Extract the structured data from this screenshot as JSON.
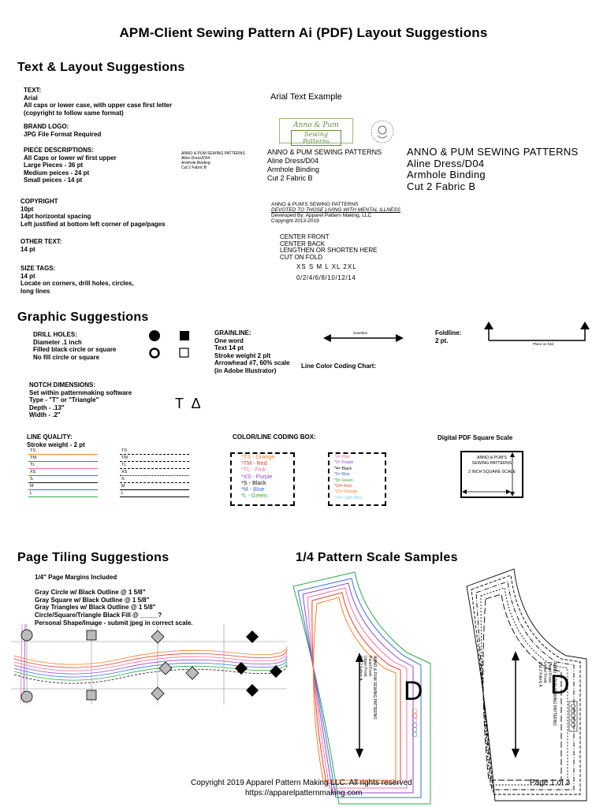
{
  "page": {
    "title": "APM-Client Sewing Pattern Ai (PDF) Layout Suggestions",
    "footer_copyright": "Copyright 2019 Apparel Pattern Making LLC. All rights reserved",
    "footer_url": "https://apparelpatternmaking.com",
    "page_number": "Page 1 of 3"
  },
  "text_layout": {
    "heading": "Text & Layout Suggestions",
    "text_block": [
      "TEXT:",
      "Arial",
      "All caps or lower case, with upper case first letter",
      "(copyright to follow same format)"
    ],
    "arial_example": "Arial Text Example",
    "brand_block": [
      "BRAND LOGO:",
      "JPG File Format Required"
    ],
    "logo_text_top": "Anno & Pum",
    "logo_text_bottom": "Sewing Patterns",
    "piece_block": [
      "PIECE DESCRIPTIONS:",
      "All Caps or lower w/ first upper",
      "Large Pieces - 36 pt",
      "Medium peices - 24 pt",
      "Small peices - 14 pt"
    ],
    "piece_small": [
      "ANNO & PUM SEWING PATTERNS",
      "Aline Dress/D04",
      "Armhole Binding",
      "Cut 2 Fabric B"
    ],
    "piece_medium": [
      "ANNO & PUM SEWING PATTERNS",
      "Aline Dress/D04",
      "Armhole Binding",
      "Cut 2 Fabric B"
    ],
    "piece_large": [
      "ANNO & PUM SEWING PATTERNS",
      "Aline Dress/D04",
      "Armhole Binding",
      "Cut 2 Fabric B"
    ],
    "copyright_block": [
      "COPYRIGHT",
      "10pt",
      "14pt horizontal spacing",
      "Left justified at bottom left corner of page/pages"
    ],
    "copyright_sample": [
      "ANNO & PUM'S SEWING PATTERNS",
      "DEVOTED TO THOSE LIVING WITH MENTAL ILLNESS",
      "Developed By: Apparel Pattern Making, LLC",
      "Copyright 2013-2019"
    ],
    "other_block": [
      "OTHER TEXT:",
      "14 pt"
    ],
    "other_sample": [
      "CENTER FRONT",
      "CENTER BACK",
      "LENGTHEN OR SHORTEN HERE",
      "CUT ON FOLD"
    ],
    "size_block": [
      "SIZE TAGS:",
      "14 pt",
      "Locate on corners, drill holes, circles,",
      "long lines"
    ],
    "size_letters": "XS S M L XL 2XL",
    "size_numbers": "0/2/4/6/8/10/12/14"
  },
  "graphic": {
    "heading": "Graphic Suggestions",
    "drill_block": [
      "DRILL HOLES:",
      "Diameter .1 inch",
      "Filled black circle or square",
      "No fill circle or square"
    ],
    "grain_block": [
      "GRAINLINE:",
      "One word",
      "Text 14 pt",
      "Stroke weight 2 plt",
      "Arrowhead #7, 60% scale",
      "(in Adobe Illustrator)"
    ],
    "grain_label": "Grainline",
    "line_chart_label": "Line Color Coding Chart:",
    "fold_block": [
      "Foldline:",
      "2 pt."
    ],
    "fold_label": "Place on fold",
    "notch_block": [
      "NOTCH DIMENSIONS:",
      "Set within patternmaking software",
      "Type -  \"T\" or \"Triangle\"",
      "Depth -  .13\"",
      "Width - .2\""
    ],
    "notch_symbols": "T  Δ",
    "line_quality_block": [
      "LINE QUALITY:",
      "Stroke weight - 2 pt"
    ],
    "line_quality_colored": [
      {
        "label": "TS",
        "color": "#ff7f27"
      },
      {
        "label": "TM",
        "color": "#e8402a"
      },
      {
        "label": "TL",
        "color": "#ff6fa8"
      },
      {
        "label": "XS",
        "color": "#8e4bd1"
      },
      {
        "label": "S",
        "color": "#111111"
      },
      {
        "label": "M",
        "color": "#3b6fe0"
      },
      {
        "label": "L",
        "color": "#2aa845"
      }
    ],
    "line_quality_dashed": [
      "TS",
      "TM",
      "TL",
      "XS",
      "S",
      "M",
      "L"
    ],
    "color_box_heading": "COLOR/LINE CODING BOX:",
    "color_box_left": [
      {
        "label": "*TS - Orange",
        "color": "#ff7f27"
      },
      {
        "label": "*TM - Red",
        "color": "#e8402a"
      },
      {
        "label": "*TL - Pink",
        "color": "#ff6fa8"
      },
      {
        "label": "*XS - Purple",
        "color": "#8e4bd1"
      },
      {
        "label": "*S - Black",
        "color": "#111111"
      },
      {
        "label": "*M - Blue",
        "color": "#3b6fe0"
      },
      {
        "label": "*L - Green",
        "color": "#2aa845"
      }
    ],
    "color_box_right": [
      {
        "label": "*0= Pink",
        "color": "#ff6fa8"
      },
      {
        "label": "*2= Purple",
        "color": "#8e4bd1"
      },
      {
        "label": "*4= Black",
        "color": "#111111"
      },
      {
        "label": "*6= Blue",
        "color": "#3b6fe0"
      },
      {
        "label": "*8= Green",
        "color": "#2aa845"
      },
      {
        "label": "*10= Red",
        "color": "#e8402a"
      },
      {
        "label": "*12= Orange",
        "color": "#ff7f27"
      },
      {
        "label": "*14= Light Blue",
        "color": "#7fd0f0"
      }
    ],
    "scale_heading": "Digital PDF Square Scale",
    "scale_text": [
      "ANNO & PUM'S",
      "SEWING PATTERNS",
      "2 INCH SQUARE SCALE"
    ]
  },
  "tiling": {
    "heading": "Page Tiling Suggestions",
    "lines": [
      "1/4\" Page Margins Included",
      "",
      "Gray Circle w/ Black Outline @ 1 5/8\"",
      "Gray Square w/ Black Outline @ 1 5/8\"",
      "Gray Triangles w/ Black Outline @ 1 5/8\"",
      "Circle/Square/Triangle Black Fill @ _____?",
      "Personal Shape/Image - submit jpeg in correct scale."
    ]
  },
  "scale_samples": {
    "heading": "1/4 Pattern Scale Samples",
    "piece_letter": "D",
    "piece_text": [
      "ANNO & PUM SEWING PATTERNS",
      "Panel Front",
      "Upper Front",
      "Cut 2 Fabric A"
    ]
  }
}
